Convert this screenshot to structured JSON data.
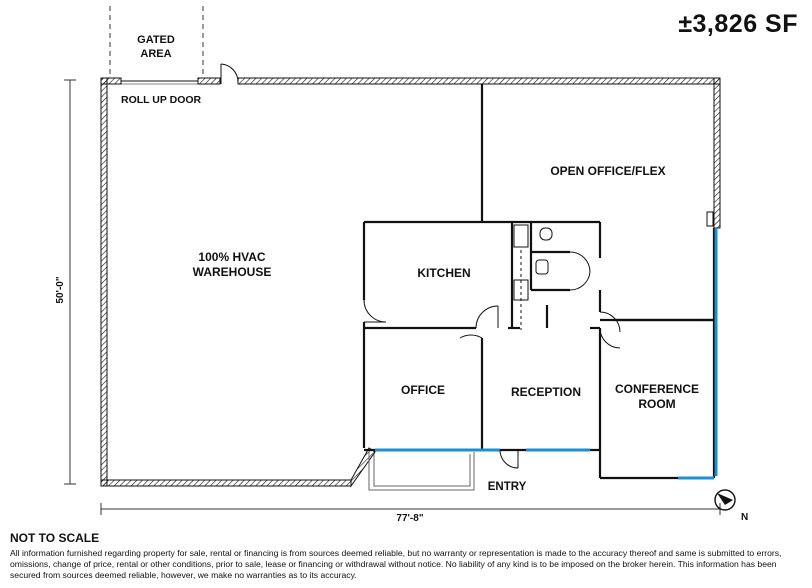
{
  "header": {
    "area_label": "±3,826 SF"
  },
  "rooms": {
    "gated_area": [
      "GATED",
      "AREA"
    ],
    "roll_up_door": "ROLL UP DOOR",
    "warehouse": [
      "100% HVAC",
      "WAREHOUSE"
    ],
    "open_office": "OPEN OFFICE/FLEX",
    "kitchen": "KITCHEN",
    "office": "OFFICE",
    "reception": "RECEPTION",
    "conference": [
      "CONFERENCE",
      "ROOM"
    ],
    "entry": "ENTRY"
  },
  "dimensions": {
    "depth": "50'-0\"",
    "width": "77'-8\""
  },
  "compass": {
    "label": "N"
  },
  "footer": {
    "not_to_scale": "NOT TO SCALE",
    "disclaimer": "All information furnished regarding property for sale, rental or financing is from sources deemed reliable, but no warranty or representation is made to the accuracy thereof and same is submitted to errors, omissions, change of price, rental or other conditions, prior to sale, lease or financing or withdrawal without notice. No  liability of any kind is to be imposed on the broker herein. This information has been secured from sources deemed  reliable, however, we make no warranties as to its accuracy."
  },
  "colors": {
    "storefront_glass": "#1a8fd1",
    "walls": "#111111"
  }
}
